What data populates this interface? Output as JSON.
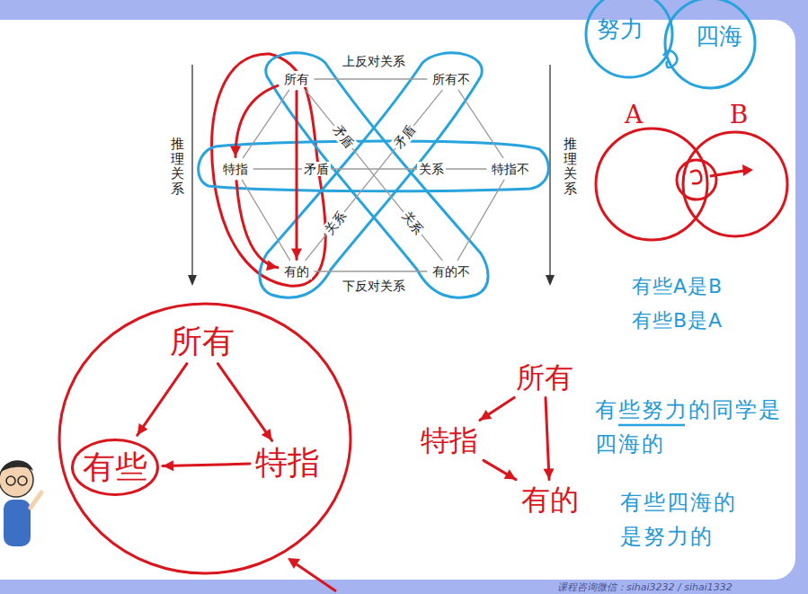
{
  "diagram": {
    "nodes": [
      {
        "text": [
          "所有"
        ]
      },
      {
        "text": [
          "所有不"
        ]
      },
      {
        "text": [
          "特指"
        ]
      },
      {
        "text": [
          "特指不"
        ]
      },
      {
        "text": [
          "有的"
        ]
      },
      {
        "text": [
          "有的不"
        ]
      },
      {
        "text": [
          "所有"
        ]
      },
      {
        "text": [
          "有些"
        ]
      },
      {
        "text": [
          "特指"
        ]
      },
      {
        "text": [
          "所有"
        ]
      },
      {
        "text": [
          "特指"
        ]
      },
      {
        "text": [
          "有的"
        ]
      }
    ],
    "edges": [
      {
        "from": 0,
        "to": 1,
        "arrow": "none"
      },
      {
        "from": 0,
        "to": 2,
        "arrow": "none"
      },
      {
        "from": 2,
        "to": 4,
        "arrow": "none"
      },
      {
        "from": 4,
        "to": 5,
        "arrow": "none"
      },
      {
        "from": 1,
        "to": 3,
        "arrow": "none"
      },
      {
        "from": 3,
        "to": 5,
        "arrow": "none"
      },
      {
        "from": 0,
        "to": 5,
        "arrow": "none"
      },
      {
        "from": 1,
        "to": 4,
        "arrow": "none"
      },
      {
        "from": 2,
        "to": 3,
        "arrow": "none"
      },
      {
        "from": 0,
        "to": 2,
        "arrow": "to"
      },
      {
        "from": 2,
        "to": 4,
        "arrow": "to"
      },
      {
        "from": 0,
        "to": 4,
        "arrow": "to"
      },
      {
        "from": 6,
        "to": 7,
        "arrow": "to"
      },
      {
        "from": 6,
        "to": 8,
        "arrow": "to"
      },
      {
        "from": 8,
        "to": 7,
        "arrow": "to"
      },
      {
        "from": 9,
        "to": 10,
        "arrow": "to"
      },
      {
        "from": 9,
        "to": 11,
        "arrow": "to"
      },
      {
        "from": 10,
        "to": 11,
        "arrow": "to"
      }
    ],
    "labels": [
      "上反对关系",
      "下反对关系",
      "推理关系",
      "推理关系",
      "矛盾",
      "矛盾",
      "矛盾",
      "关系",
      "关系",
      "关系",
      "努力",
      "四海",
      "A",
      "B",
      "有些A是B",
      "有些B是A",
      "有些努力的同学是四海的",
      "有些四海的是努力的",
      "课程咨询微信：sihai3232 / sihai1332"
    ]
  }
}
